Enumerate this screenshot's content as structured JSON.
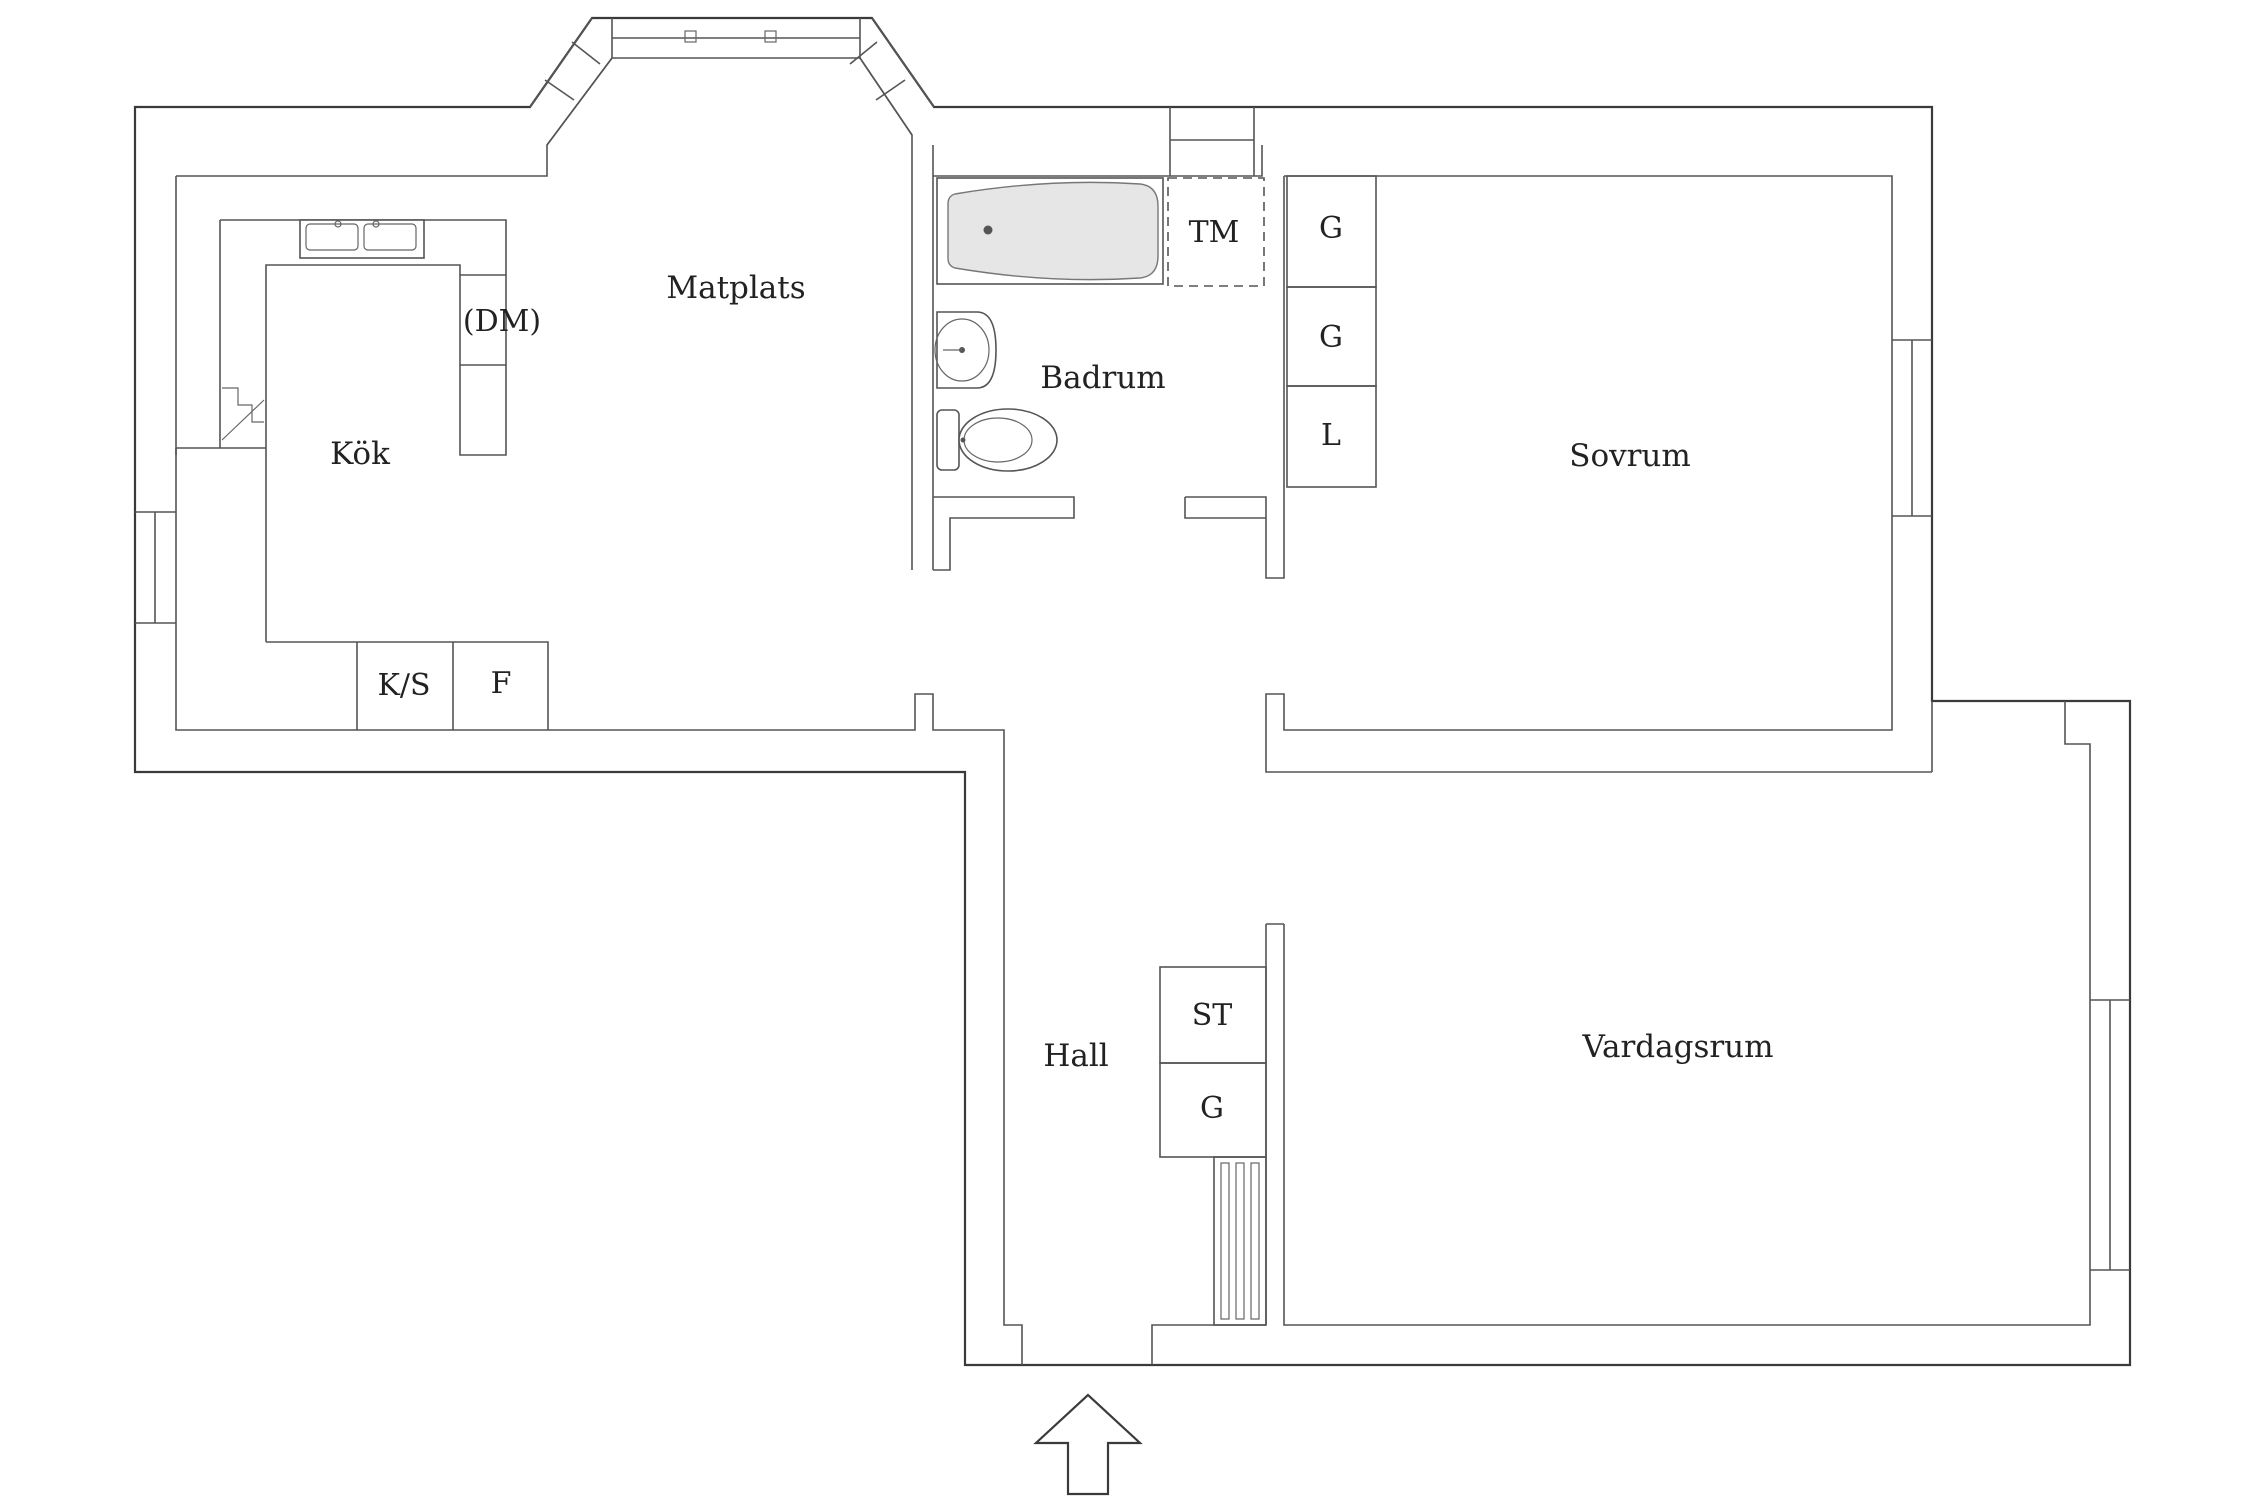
{
  "rooms": {
    "kitchen": "Kök",
    "dining": "Matplats",
    "bathroom": "Badrum",
    "bedroom": "Sovrum",
    "hall": "Hall",
    "living_room": "Vardagsrum"
  },
  "fixtures": {
    "dishwasher": "(DM)",
    "fridge_freezer": "K/S",
    "freezer": "F",
    "washing_machine": "TM",
    "wardrobe_1": "G",
    "wardrobe_2": "G",
    "linen_closet": "L",
    "storage": "ST",
    "hall_wardrobe": "G"
  }
}
